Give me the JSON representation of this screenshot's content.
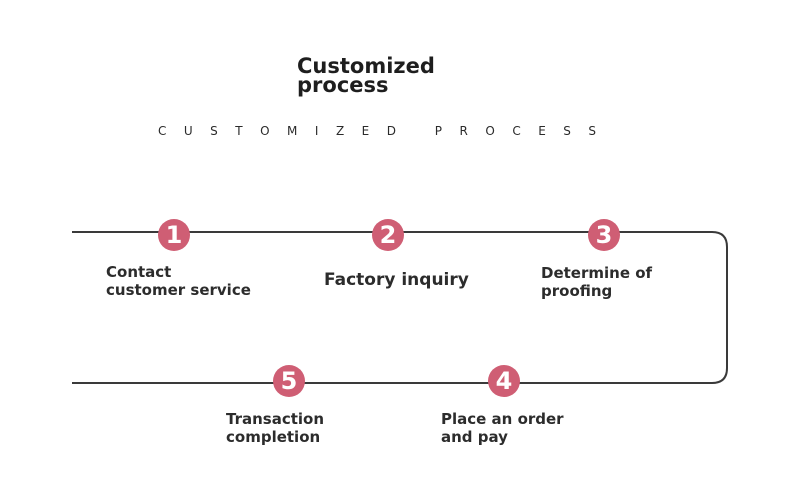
{
  "title": "Customized\nprocess",
  "subtitle": "CUSTOMIZED PROCESS",
  "accent_color": "#cf5e74",
  "line_color": "#3a3a3a",
  "steps": [
    {
      "number": "1",
      "label": "Contact\ncustomer service"
    },
    {
      "number": "2",
      "label": "Factory inquiry"
    },
    {
      "number": "3",
      "label": "Determine of\nproofing"
    },
    {
      "number": "4",
      "label": "Place an order\nand pay"
    },
    {
      "number": "5",
      "label": "Transaction\ncompletion"
    }
  ]
}
